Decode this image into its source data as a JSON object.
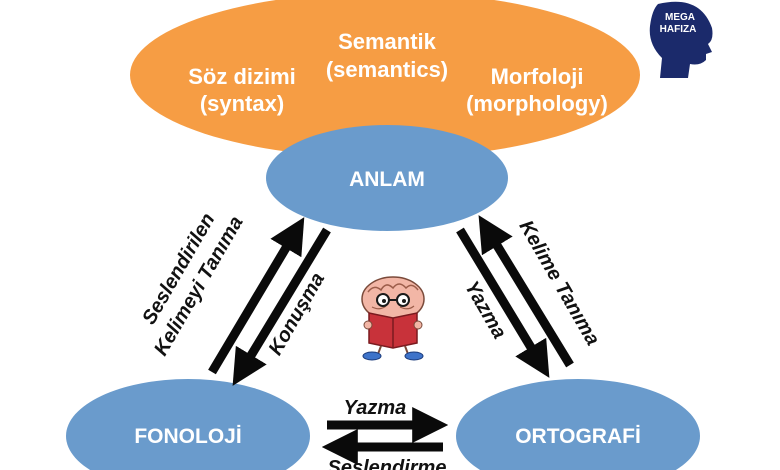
{
  "top_ellipse": {
    "left_line1": "Söz dizimi",
    "left_line2": "(syntax)",
    "center_line1": "Semantik",
    "center_line2": "(semantics)",
    "right_line1": "Morfoloji",
    "right_line2": "(morphology)"
  },
  "nodes": {
    "anlam": "ANLAM",
    "fonoloji": "FONOLOJİ",
    "ortografi": "ORTOGRAFİ"
  },
  "arrows": {
    "left_outer_line1": "Seslendirilen",
    "left_outer_line2": "Kelimeyi Tanıma",
    "left_inner": "Konuşma",
    "right_outer": "Kelime Tanıma",
    "right_inner": "Yazma",
    "bottom_top": "Yazma",
    "bottom_bottom": "Seslendirme"
  },
  "logo": {
    "line1": "MEGA",
    "line2": "HAFIZA"
  },
  "colors": {
    "orange": "#F69D44",
    "blue": "#6A9BCC",
    "arrow": "#0a0a0a",
    "logo_navy": "#1B2A6B"
  },
  "icons": {
    "mascot": "brain-reading-book-icon",
    "logo": "head-silhouette-icon"
  }
}
